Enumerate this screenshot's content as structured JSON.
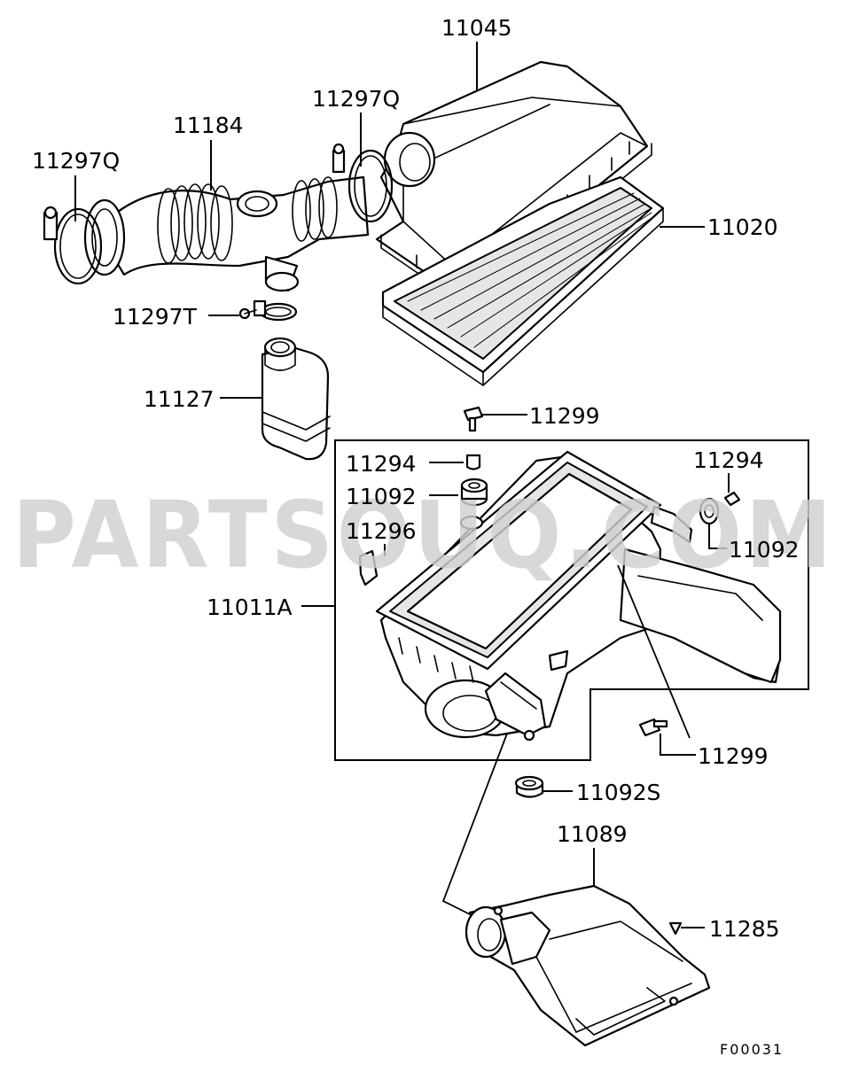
{
  "watermark": "PARTSOUQ.COM",
  "figure_code": "F00031",
  "parts": [
    {
      "id": "p11045",
      "number": "11045"
    },
    {
      "id": "p11297q_right",
      "number": "11297Q"
    },
    {
      "id": "p11184",
      "number": "11184"
    },
    {
      "id": "p11297q_left",
      "number": "11297Q"
    },
    {
      "id": "p11020",
      "number": "11020"
    },
    {
      "id": "p11297t",
      "number": "11297T"
    },
    {
      "id": "p11127",
      "number": "11127"
    },
    {
      "id": "p11299_top",
      "number": "11299"
    },
    {
      "id": "p11294_left",
      "number": "11294"
    },
    {
      "id": "p11294_right",
      "number": "11294"
    },
    {
      "id": "p11092_left",
      "number": "11092"
    },
    {
      "id": "p11296",
      "number": "11296"
    },
    {
      "id": "p11092_right",
      "number": "11092"
    },
    {
      "id": "p11011a",
      "number": "11011A"
    },
    {
      "id": "p11299_bottom",
      "number": "11299"
    },
    {
      "id": "p11092s",
      "number": "11092S"
    },
    {
      "id": "p11089",
      "number": "11089"
    },
    {
      "id": "p11285",
      "number": "11285"
    }
  ]
}
